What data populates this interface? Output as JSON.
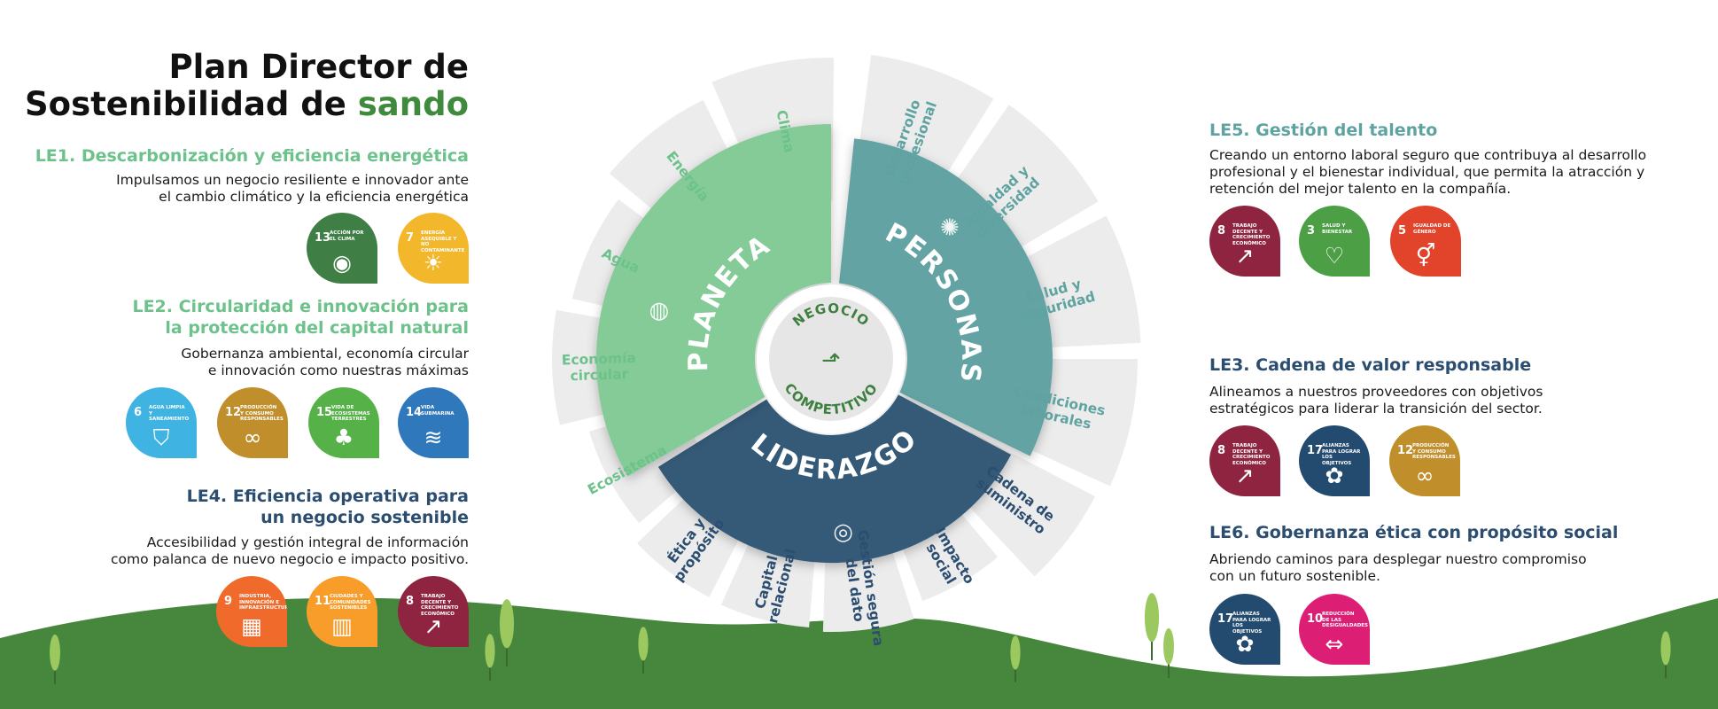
{
  "title": {
    "line1": "Plan Director de",
    "line2_prefix": "Sostenibilidad de ",
    "brand": "sando"
  },
  "lines": {
    "le1": {
      "heading": "LE1. Descarbonización y eficiencia energética",
      "desc1": "Impulsamos un negocio resiliente e innovador ante",
      "desc2": "el cambio climático y la eficiencia energética"
    },
    "le2": {
      "heading1": "LE2. Circularidad e innovación para",
      "heading2": "la protección del capital natural",
      "desc1": "Gobernanza ambiental, economía circular",
      "desc2": "e innovación como nuestras máximas"
    },
    "le4": {
      "heading1": "LE4. Eficiencia operativa para",
      "heading2": "un negocio sostenible",
      "desc1": "Accesibilidad y gestión integral de información",
      "desc2": "como palanca de nuevo negocio e impacto positivo."
    },
    "le5": {
      "heading": "LE5. Gestión del talento",
      "desc1": "Creando un entorno laboral seguro que contribuya al desarrollo",
      "desc2": "profesional y el bienestar individual, que permita la atracción y",
      "desc3": "retención del mejor talento en la compañía."
    },
    "le3": {
      "heading": "LE3. Cadena de valor responsable",
      "desc1": "Alineamos a nuestros proveedores con objetivos",
      "desc2": "estratégicos para liderar la transición del sector."
    },
    "le6": {
      "heading": "LE6. Gobernanza ética con propósito social",
      "desc1": "Abriendo caminos para desplegar nuestro compromiso",
      "desc2": "con un futuro sostenible."
    }
  },
  "sdgs": {
    "le1": [
      {
        "num": "13",
        "label": "ACCIÓN POR EL CLIMA",
        "color": "#3f7e44",
        "icon": "eye-globe-icon",
        "glyph": "◉"
      },
      {
        "num": "7",
        "label": "ENERGÍA ASEQUIBLE Y NO CONTAMINANTE",
        "color": "#f2b72a",
        "icon": "sun-icon",
        "glyph": "☀"
      }
    ],
    "le2": [
      {
        "num": "6",
        "label": "AGUA LIMPIA Y SANEAMIENTO",
        "color": "#3fb3e2",
        "icon": "water-icon",
        "glyph": "⛉"
      },
      {
        "num": "12",
        "label": "PRODUCCIÓN Y CONSUMO RESPONSABLES",
        "color": "#c08e2b",
        "icon": "infinity-icon",
        "glyph": "∞"
      },
      {
        "num": "15",
        "label": "VIDA DE ECOSISTEMAS TERRESTRES",
        "color": "#56b248",
        "icon": "tree-icon",
        "glyph": "♣"
      },
      {
        "num": "14",
        "label": "VIDA SUBMARINA",
        "color": "#2f78bb",
        "icon": "fish-icon",
        "glyph": "≋"
      }
    ],
    "le4": [
      {
        "num": "9",
        "label": "INDUSTRIA, INNOVACIÓN E INFRAESTRUCTURA",
        "color": "#f06a2b",
        "icon": "cubes-icon",
        "glyph": "▦"
      },
      {
        "num": "11",
        "label": "CIUDADES Y COMUNIDADES SOSTENIBLES",
        "color": "#f89d2a",
        "icon": "city-icon",
        "glyph": "▥"
      },
      {
        "num": "8",
        "label": "TRABAJO DECENTE Y CRECIMIENTO ECONÓMICO",
        "color": "#8e2440",
        "icon": "growth-chart-icon",
        "glyph": "↗"
      }
    ],
    "le5": [
      {
        "num": "8",
        "label": "TRABAJO DECENTE Y CRECIMIENTO ECONÓMICO",
        "color": "#8e2440",
        "icon": "growth-chart-icon",
        "glyph": "↗"
      },
      {
        "num": "3",
        "label": "SALUD Y BIENESTAR",
        "color": "#4c9f45",
        "icon": "heartbeat-icon",
        "glyph": "♡"
      },
      {
        "num": "5",
        "label": "IGUALDAD DE GÉNERO",
        "color": "#e1432b",
        "icon": "gender-icon",
        "glyph": "⚥"
      }
    ],
    "le3": [
      {
        "num": "8",
        "label": "TRABAJO DECENTE Y CRECIMIENTO ECONÓMICO",
        "color": "#8e2440",
        "icon": "growth-chart-icon",
        "glyph": "↗"
      },
      {
        "num": "17",
        "label": "ALIANZAS PARA LOGRAR LOS OBJETIVOS",
        "color": "#234a6f",
        "icon": "flower-icon",
        "glyph": "✿"
      },
      {
        "num": "12",
        "label": "PRODUCCIÓN Y CONSUMO RESPONSABLES",
        "color": "#c08e2b",
        "icon": "infinity-icon",
        "glyph": "∞"
      }
    ],
    "le6": [
      {
        "num": "17",
        "label": "ALIANZAS PARA LOGRAR LOS OBJETIVOS",
        "color": "#234a6f",
        "icon": "flower-icon",
        "glyph": "✿"
      },
      {
        "num": "10",
        "label": "REDUCCIÓN DE LAS DESIGUALDADES",
        "color": "#dd1e75",
        "icon": "equality-icon",
        "glyph": "⇔"
      }
    ]
  },
  "wheel": {
    "center": {
      "line1": "NEGOCIO",
      "line2": "COMPETITIVO",
      "icon": "growth-chart-icon"
    },
    "pillars": {
      "planeta": {
        "label": "PLANETA",
        "color": "#84cb98",
        "text_color": "#6cc28a",
        "icon": "globe-icon"
      },
      "personas": {
        "label": "PERSONAS",
        "color": "#63a3a3",
        "text_color": "#5fa3a1",
        "icon": "lightbulb-icon"
      },
      "liderazgo": {
        "label": "LIDERAZGO",
        "color": "#355a78",
        "text_color": "#2b4d70",
        "icon": "target-icon"
      }
    },
    "planeta_topics": [
      "Ecosistema",
      "Economía circular",
      "Agua",
      "Energía",
      "Clima"
    ],
    "personas_topics": [
      "Desarrollo profesional",
      "Igualdad y diversidad",
      "Salud y seguridad",
      "Condiciones laborales"
    ],
    "liderazgo_topics": [
      "Cadena de suministro",
      "Impacto social",
      "Gestión segura del dato",
      "Capital relacional",
      "Ética y propósito"
    ]
  },
  "colors": {
    "ground": "#47873d",
    "tree": "#9bc95f",
    "trunk": "#3a6b2e",
    "sector_bg": "#ececec"
  }
}
